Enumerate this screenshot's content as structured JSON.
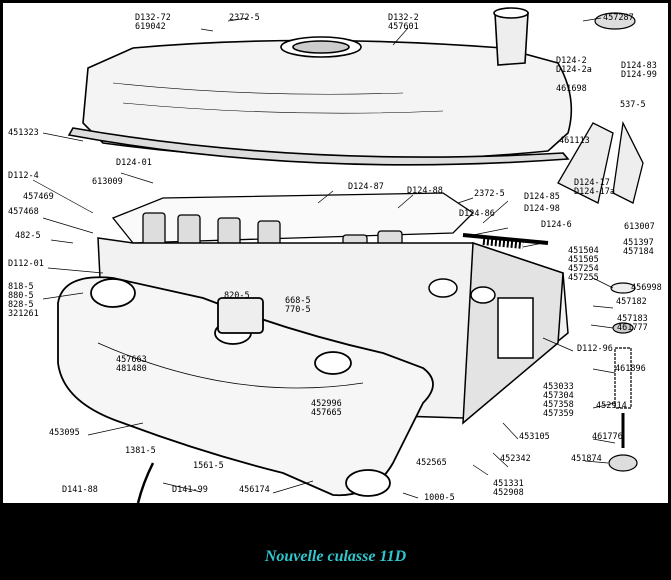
{
  "caption": "Nouvelle culasse 11D",
  "labels": [
    "D132-72",
    "619042",
    "2372-5",
    "D132-2",
    "457601",
    "457287",
    "D124-2",
    "D124-2a",
    "D124-83",
    "D124-99",
    "461698",
    "537-5",
    "451323",
    "461113",
    "D124-01",
    "D124-87",
    "D124-88",
    "2372-5",
    "D112-4",
    "613009",
    "D124-17",
    "D124-17a",
    "457469",
    "457468",
    "D124-85",
    "D124-98",
    "D124-86",
    "D124-6",
    "613007",
    "482-5",
    "D112-01",
    "451504",
    "451505",
    "457254",
    "457255",
    "451397",
    "457184",
    "456998",
    "818-5",
    "880-5",
    "828-5",
    "321261",
    "820-5",
    "668-5",
    "770-5",
    "457182",
    "457183",
    "461777",
    "D112-96",
    "457663",
    "481480",
    "461896",
    "453033",
    "457304",
    "457358",
    "457359",
    "452996",
    "457665",
    "452914",
    "453095",
    "453105",
    "461776",
    "1381-5",
    "1561-5",
    "452342",
    "451874",
    "452565",
    "D141-88",
    "D141-99",
    "451331",
    "452908",
    "456174",
    "1000-5"
  ]
}
